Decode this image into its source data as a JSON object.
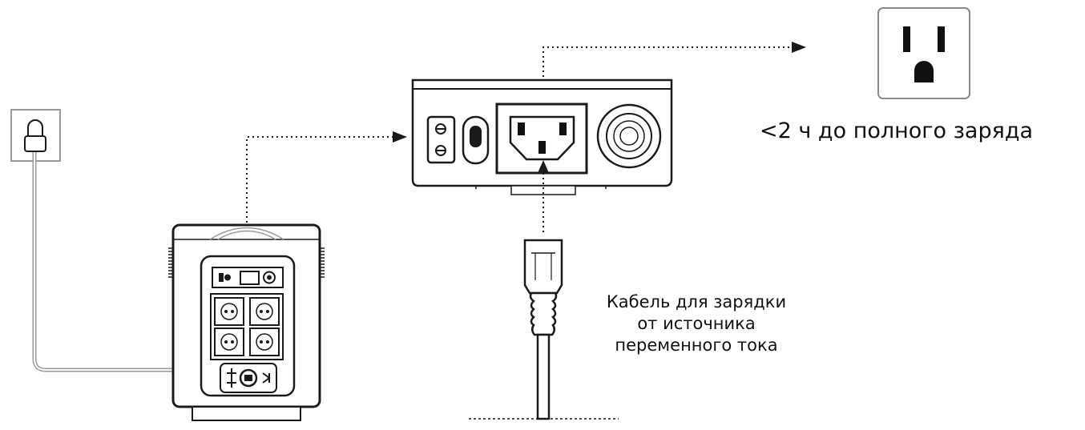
{
  "charge_time_label": "<2 ч до полного заряда",
  "cable_label": {
    "line1": "Кабель для зарядки",
    "line2": "от источника",
    "line3": "переменного тока"
  },
  "colors": {
    "stroke": "#1a1a1a",
    "light_stroke": "#9a9a9a",
    "fill_dark": "#111111"
  },
  "icons": {
    "wall_outlet": "us-wall-outlet-icon",
    "socket": "plug-socket-icon",
    "power_station": "power-station-icon",
    "ac_port_panel": "ac-input-port-panel-icon",
    "cable_plug": "iec-c13-plug-icon"
  }
}
